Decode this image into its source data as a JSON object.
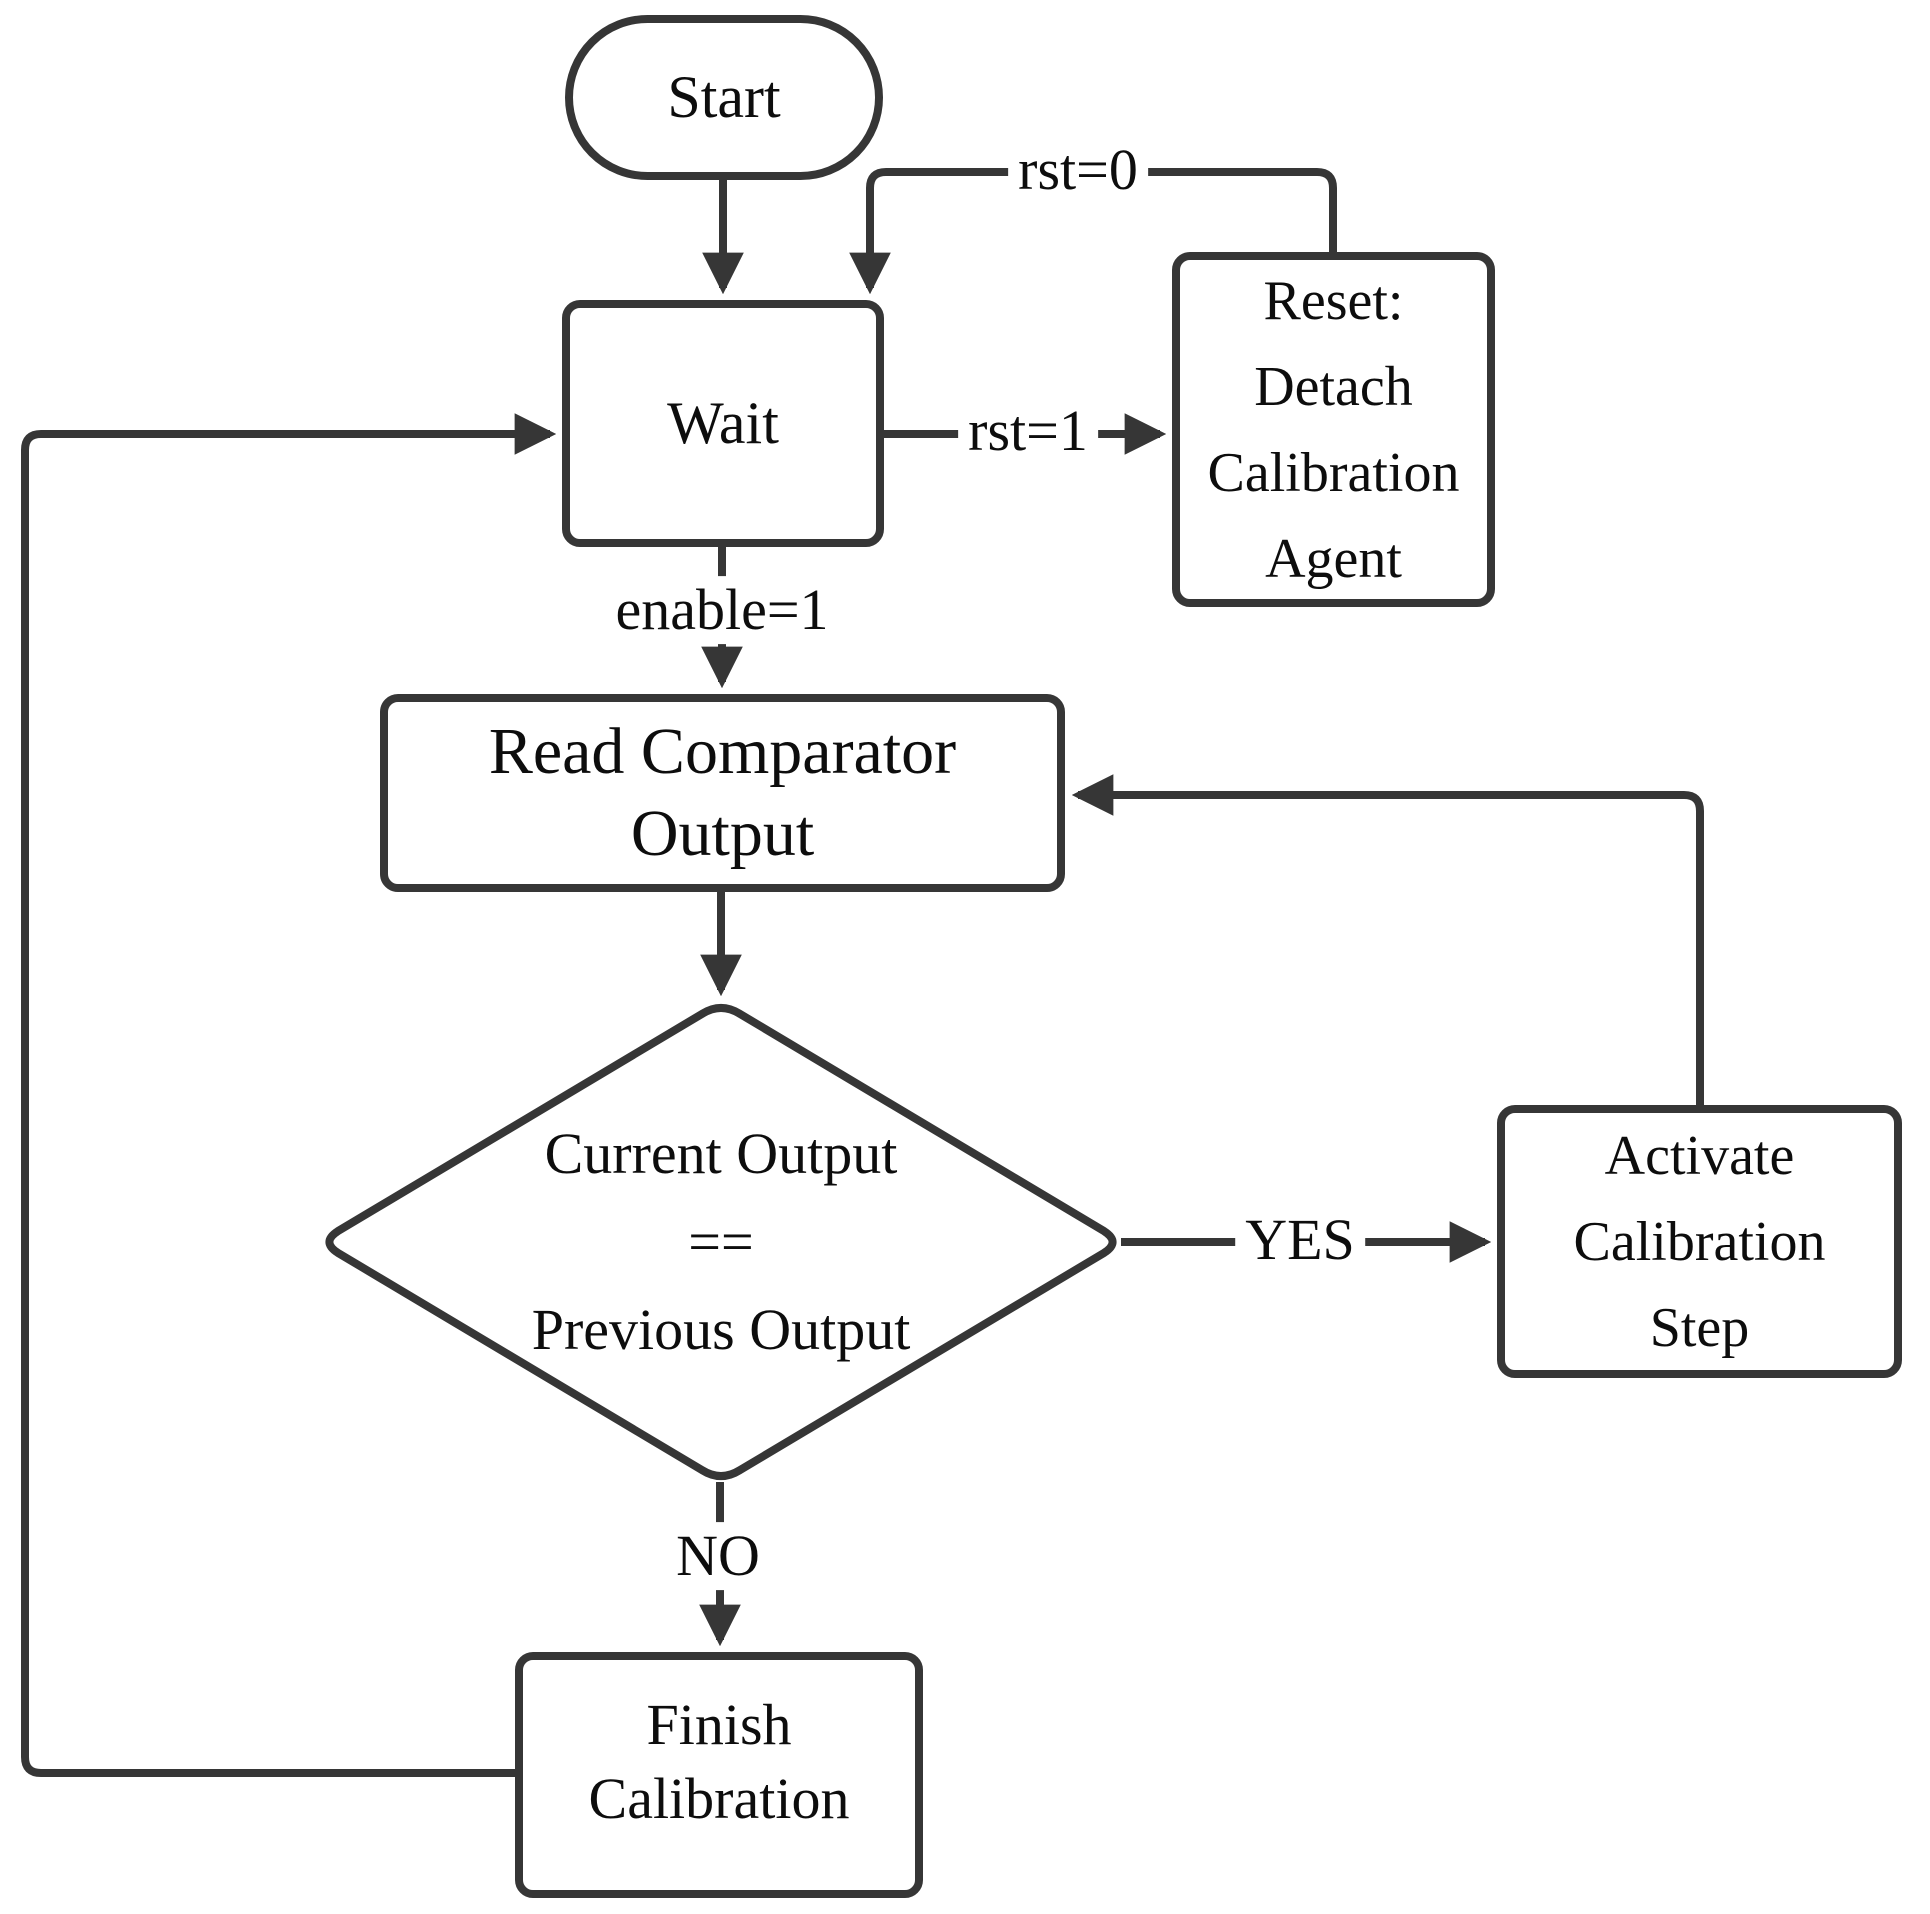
{
  "diagram": {
    "type": "flowchart",
    "nodes": {
      "start": {
        "shape": "terminal",
        "label": "Start"
      },
      "wait": {
        "shape": "process",
        "label": "Wait"
      },
      "reset": {
        "shape": "process",
        "lines": [
          "Reset:",
          "Detach",
          "Calibration",
          "Agent"
        ]
      },
      "read": {
        "shape": "process",
        "lines": [
          "Read Comparator",
          "Output"
        ]
      },
      "decision": {
        "shape": "decision",
        "lines": [
          "Current Output",
          "==",
          "Previous Output"
        ]
      },
      "activate": {
        "shape": "process",
        "lines": [
          "Activate",
          "Calibration",
          "Step"
        ]
      },
      "finish": {
        "shape": "process",
        "lines": [
          "Finish",
          "Calibration"
        ]
      }
    },
    "edge_labels": {
      "rst0": "rst=0",
      "rst1": "rst=1",
      "enable": "enable=1",
      "yes": "YES",
      "no": "NO"
    },
    "colors": {
      "stroke": "#363636",
      "text": "#0d0d0d",
      "node_fill": "#ffffff"
    }
  }
}
